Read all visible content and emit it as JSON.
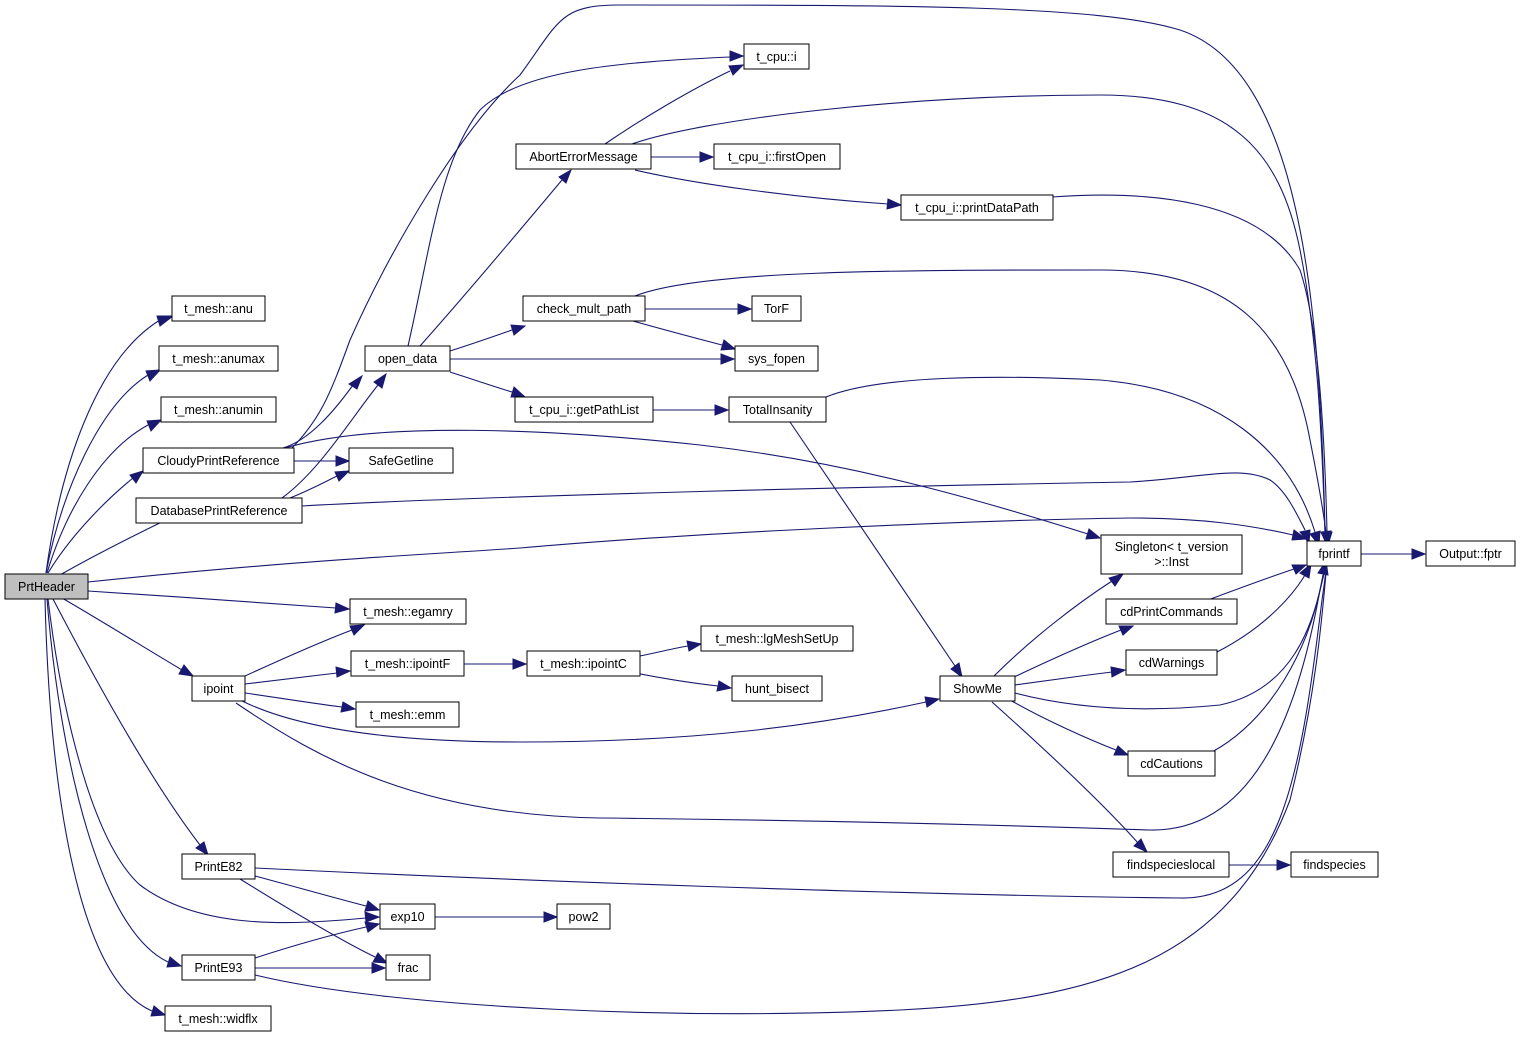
{
  "colors": {
    "edge": "#191970",
    "root_fill": "#bfbfbf",
    "node_fill": "#ffffff"
  },
  "nodes": {
    "PrtHeader": "PrtHeader",
    "anu": "t_mesh::anu",
    "anumax": "t_mesh::anumax",
    "anumin": "t_mesh::anumin",
    "CloudyPrintReference": "CloudyPrintReference",
    "DatabasePrintReference": "DatabasePrintReference",
    "ipoint": "ipoint",
    "PrintE82": "PrintE82",
    "PrintE93": "PrintE93",
    "widflx": "t_mesh::widflx",
    "open_data": "open_data",
    "SafeGetline": "SafeGetline",
    "egamry": "t_mesh::egamry",
    "ipointF": "t_mesh::ipointF",
    "emm": "t_mesh::emm",
    "exp10": "exp10",
    "frac": "frac",
    "AbortErrorMessage": "AbortErrorMessage",
    "check_mult_path": "check_mult_path",
    "getPathList": "t_cpu_i::getPathList",
    "ipointC": "t_mesh::ipointC",
    "pow2": "pow2",
    "tcpui": "t_cpu::i",
    "firstOpen": "t_cpu_i::firstOpen",
    "TorF": "TorF",
    "sys_fopen": "sys_fopen",
    "TotalInsanity": "TotalInsanity",
    "lgMeshSetUp": "t_mesh::lgMeshSetUp",
    "hunt_bisect": "hunt_bisect",
    "ShowMe": "ShowMe",
    "printDataPath": "t_cpu_i::printDataPath",
    "Singleton_line1": "Singleton< t_version",
    "Singleton_line2": ">::Inst",
    "cdPrintCommands": "cdPrintCommands",
    "cdWarnings": "cdWarnings",
    "cdCautions": "cdCautions",
    "findspecieslocal": "findspecieslocal",
    "fprintf": "fprintf",
    "findspecies": "findspecies",
    "fptr": "Output::fptr"
  }
}
